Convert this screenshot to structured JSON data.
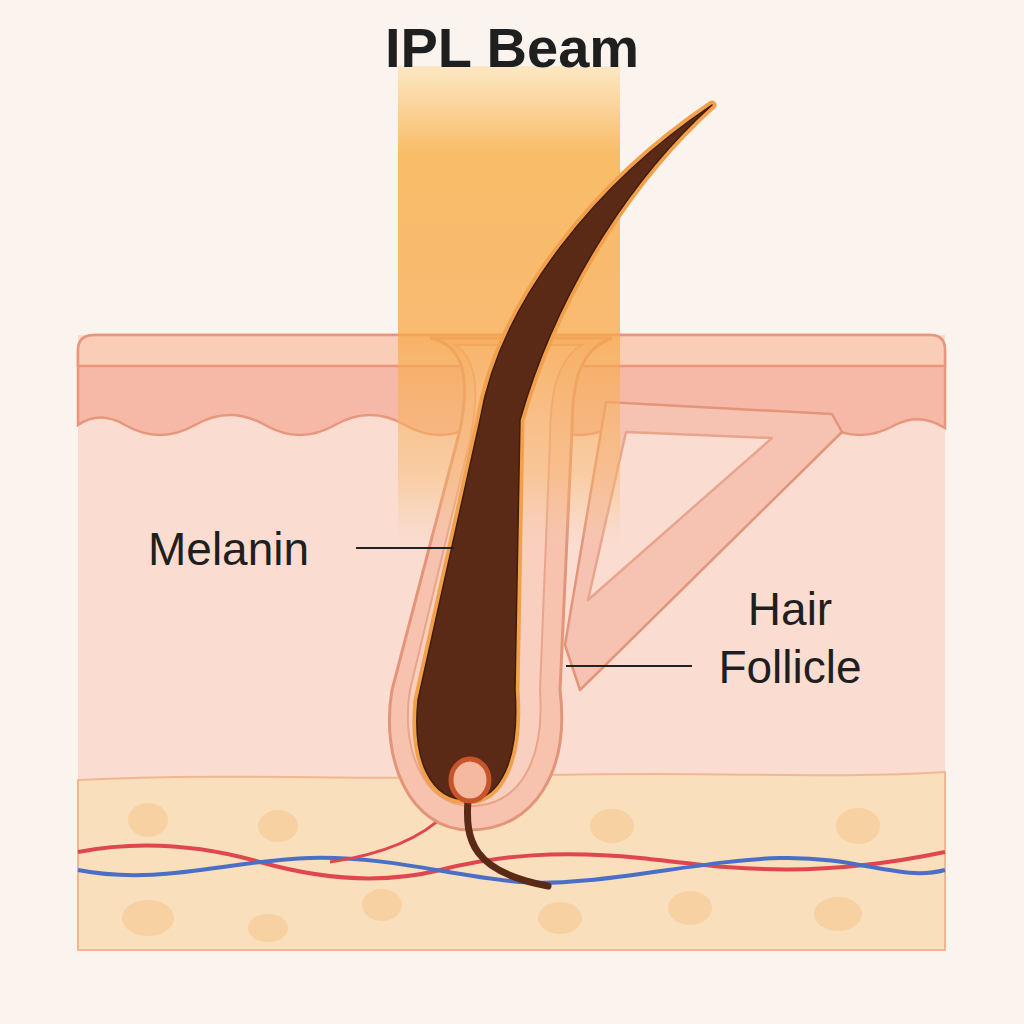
{
  "diagram": {
    "title": "IPL Beam",
    "labels": [
      "Melanin",
      "Hair Follicle"
    ]
  }
}
